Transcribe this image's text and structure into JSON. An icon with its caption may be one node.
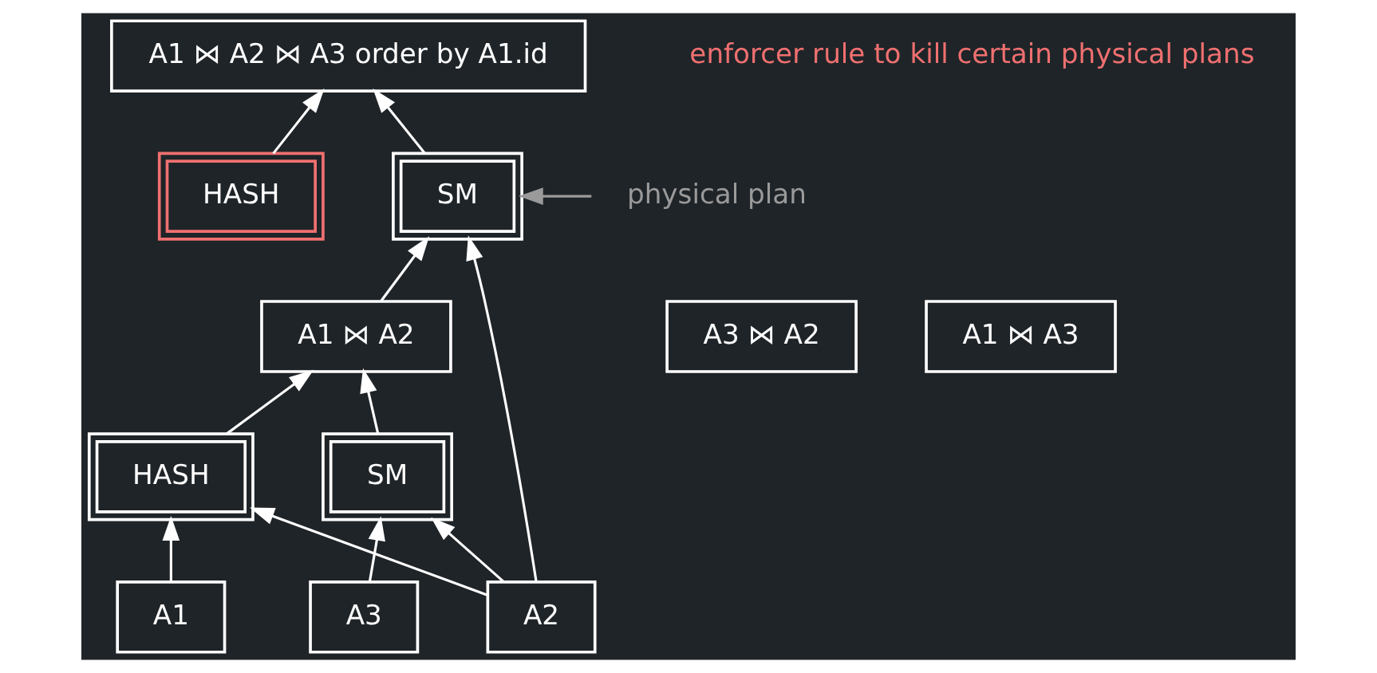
{
  "diagram": {
    "nodes": [
      {
        "text": [
          "A1 ⋈ A2 ⋈ A3 order by A1.id"
        ]
      },
      {
        "text": [
          "SM"
        ]
      },
      {
        "text": [
          "HASH"
        ]
      },
      {
        "text": [
          "A1 ⋈ A2"
        ]
      },
      {
        "text": [
          "A3 ⋈ A2"
        ]
      },
      {
        "text": [
          "A1 ⋈ A3"
        ]
      },
      {
        "text": [
          "HASH"
        ]
      },
      {
        "text": [
          "SM"
        ]
      },
      {
        "text": [
          "A1"
        ]
      },
      {
        "text": [
          "A2"
        ]
      },
      {
        "text": [
          "A3"
        ]
      },
      {
        "text": [
          "physical plan"
        ]
      }
    ],
    "edges": [
      {
        "from": 1,
        "to": 0,
        "arrow": "to"
      },
      {
        "from": 2,
        "to": 0,
        "arrow": "to"
      },
      {
        "from": 3,
        "to": 1,
        "arrow": "to"
      },
      {
        "from": 9,
        "to": 1,
        "arrow": "to"
      },
      {
        "from": 6,
        "to": 3,
        "arrow": "to"
      },
      {
        "from": 7,
        "to": 3,
        "arrow": "to"
      },
      {
        "from": 8,
        "to": 6,
        "arrow": "to"
      },
      {
        "from": 9,
        "to": 6,
        "arrow": "to"
      },
      {
        "from": 9,
        "to": 7,
        "arrow": "to"
      },
      {
        "from": 10,
        "to": 7,
        "arrow": "to"
      },
      {
        "from": 11,
        "to": 1,
        "arrow": "to",
        "color": "#9a9a9a"
      }
    ],
    "labels": [
      "enforcer rule to kill certain physical plans"
    ]
  }
}
